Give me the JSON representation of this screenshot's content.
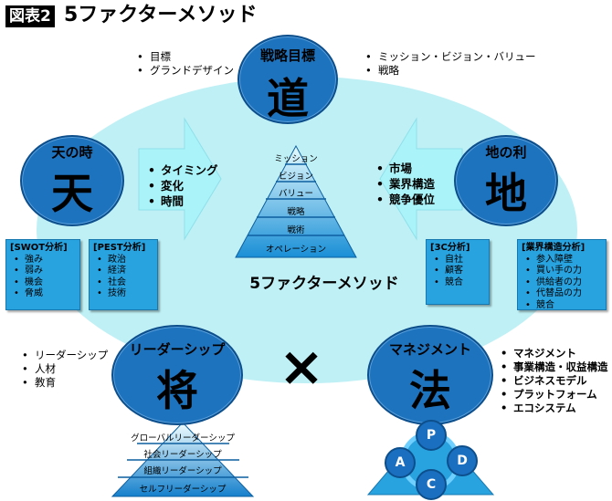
{
  "figure_label": "図表2",
  "title": "5ファクターメソッド",
  "center_title": "5ファクターメソッド",
  "colors": {
    "circle": "#1e73be",
    "box": "#29a3e0",
    "ellipse": "#bff0f5",
    "arrow": "#a9f3f9"
  },
  "top": {
    "sub": "戦略目標",
    "char": "道",
    "left_bullets": [
      "目標",
      "グランドデザイン"
    ],
    "right_bullets": [
      "ミッション・ビジョン・バリュー",
      "戦略"
    ]
  },
  "left": {
    "sub": "天の時",
    "char": "天",
    "arrow_bullets": [
      "タイミング",
      "変化",
      "時間"
    ],
    "box1": {
      "header": "[SWOT分析]",
      "items": [
        "強み",
        "弱み",
        "機会",
        "脅威"
      ]
    },
    "box2": {
      "header": "[PEST分析]",
      "items": [
        "政治",
        "経済",
        "社会",
        "技術"
      ]
    }
  },
  "right": {
    "sub": "地の利",
    "char": "地",
    "arrow_bullets": [
      "市場",
      "業界構造",
      "競争優位"
    ],
    "box1": {
      "header": "[3C分析]",
      "items": [
        "自社",
        "顧客",
        "競合"
      ]
    },
    "box2": {
      "header": "[業界構造分析]",
      "items": [
        "参入障壁",
        "買い手の力",
        "供給者の力",
        "代替品の力",
        "競合"
      ]
    }
  },
  "center_pyramid": [
    "ミッション",
    "ビジョン",
    "バリュー",
    "戦略",
    "戦術",
    "オペレーション"
  ],
  "bottom_left": {
    "sub": "リーダーシップ",
    "char": "将",
    "bullets": [
      "リーダーシップ",
      "人材",
      "教育"
    ],
    "pyramid": [
      "グローバルリーダーシップ",
      "社会リーダーシップ",
      "組織リーダーシップ",
      "セルフリーダーシップ"
    ]
  },
  "cross": "×",
  "bottom_right": {
    "sub": "マネジメント",
    "char": "法",
    "bullets": [
      "マネジメント",
      "事業構造・収益構造",
      "ビジネスモデル",
      "プラットフォーム",
      "エコシステム"
    ],
    "pdca": {
      "p": "P",
      "d": "D",
      "c": "C",
      "a": "A"
    }
  }
}
